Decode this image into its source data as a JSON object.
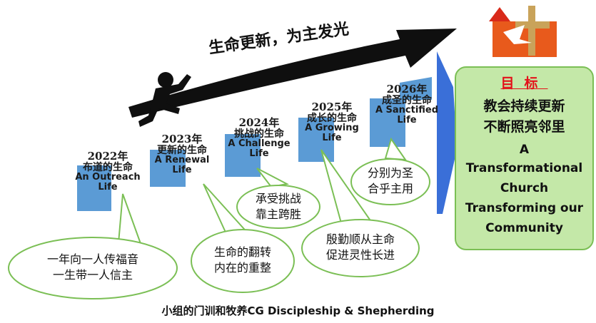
{
  "slogan": "生命更新，为主发光",
  "steps": [
    {
      "year": "2022年",
      "cn": "布道的生命",
      "en1": "An Outreach",
      "en2": "Life"
    },
    {
      "year": "2023年",
      "cn": "更新的生命",
      "en1": "A Renewal",
      "en2": "Life"
    },
    {
      "year": "2024年",
      "cn": "挑战的生命",
      "en1": "A Challenge",
      "en2": "Life"
    },
    {
      "year": "2025年",
      "cn": "成长的生命",
      "en1": "A Growing",
      "en2": "Life"
    },
    {
      "year": "2026年",
      "cn": "成圣的生命",
      "en1": "A Sanctified",
      "en2": "Life"
    }
  ],
  "bubbles": [
    {
      "line1": "一年向一人传福音",
      "line2": "一生带一人信主"
    },
    {
      "line1": "生命的翻转",
      "line2": "内在的重整"
    },
    {
      "line1": "承受挑战",
      "line2": "靠主跨胜"
    },
    {
      "line1": "殷勤顺从主命",
      "line2": "促进灵性长进"
    },
    {
      "line1": "分别为圣",
      "line2": "合乎主用"
    }
  ],
  "goal": {
    "title": "目标",
    "line1": "教会持续更新",
    "line2": "不断照亮邻里",
    "en1": "A",
    "en2": "Transformational",
    "en3": "Church",
    "en4": "Transforming our",
    "en5": "Community"
  },
  "caption": "小组的门训和牧养CG Discipleship & Shepherding",
  "colors": {
    "step_blue": "#5b9bd5",
    "arrow_blue": "#3a6fd8",
    "goal_fill": "#c4e8a8",
    "goal_border": "#7bbf55",
    "goal_title": "#e3121a",
    "bubble_fill": "#ffffff",
    "bubble_border": "#7bbf55"
  },
  "icons": [
    "runner-silhouette-icon",
    "cross-dove-emblem-icon"
  ]
}
